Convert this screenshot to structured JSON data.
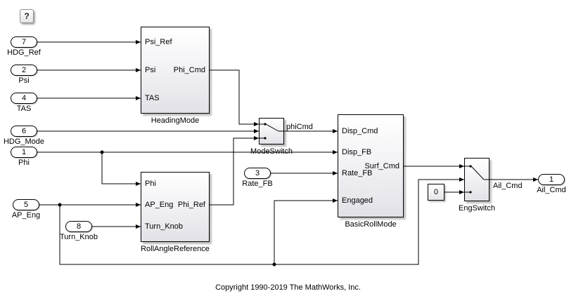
{
  "help_button_label": "?",
  "copyright": "Copyright 1990-2019 The MathWorks, Inc.",
  "inports": {
    "hdg_ref": {
      "num": "7",
      "label": "HDG_Ref"
    },
    "psi": {
      "num": "2",
      "label": "Psi"
    },
    "tas": {
      "num": "4",
      "label": "TAS"
    },
    "hdg_mode": {
      "num": "6",
      "label": "HDG_Mode"
    },
    "phi": {
      "num": "1",
      "label": "Phi"
    },
    "rate_fb": {
      "num": "3",
      "label": "Rate_FB"
    },
    "ap_eng": {
      "num": "5",
      "label": "AP_Eng"
    },
    "turn_knob": {
      "num": "8",
      "label": "Turn_Knob"
    }
  },
  "outports": {
    "ail_cmd": {
      "num": "1",
      "label": "Ail_Cmd"
    }
  },
  "blocks": {
    "heading_mode": {
      "name": "HeadingMode",
      "ports": {
        "in1": "Psi_Ref",
        "in2": "Psi",
        "in3": "TAS",
        "out1": "Phi_Cmd"
      }
    },
    "roll_angle_reference": {
      "name": "RollAngleReference",
      "ports": {
        "in1": "Phi",
        "in2": "AP_Eng",
        "in3": "Turn_Knob",
        "out1": "Phi_Ref"
      }
    },
    "basic_roll_mode": {
      "name": "BasicRollMode",
      "ports": {
        "in1": "Disp_Cmd",
        "in2": "Disp_FB",
        "in3": "Rate_FB",
        "in4": "Engaged",
        "out1": "Surf_Cmd"
      }
    },
    "mode_switch": {
      "name": "ModeSwitch"
    },
    "eng_switch": {
      "name": "EngSwitch"
    },
    "constant_zero": {
      "value": "0"
    }
  },
  "signal_labels": {
    "phi_cmd": "phiCmd",
    "ail_cmd": "Ail_Cmd"
  }
}
